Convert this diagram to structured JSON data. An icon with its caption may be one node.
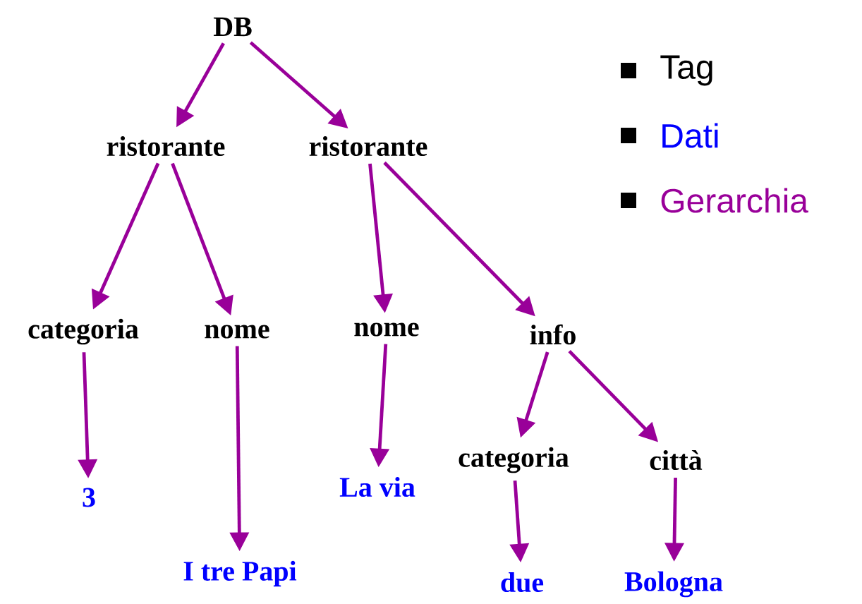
{
  "diagram": {
    "nodes": [
      {
        "text": [
          "DB"
        ]
      },
      {
        "text": [
          "ristorante"
        ]
      },
      {
        "text": [
          "ristorante"
        ]
      },
      {
        "text": [
          "categoria"
        ]
      },
      {
        "text": [
          "nome"
        ]
      },
      {
        "text": [
          "nome"
        ]
      },
      {
        "text": [
          "info"
        ]
      },
      {
        "text": [
          "3"
        ]
      },
      {
        "text": [
          "I tre Papi"
        ]
      },
      {
        "text": [
          "La via"
        ]
      },
      {
        "text": [
          "categoria"
        ]
      },
      {
        "text": [
          "città"
        ]
      },
      {
        "text": [
          "due"
        ]
      },
      {
        "text": [
          "Bologna"
        ]
      }
    ],
    "edges": [
      {
        "from": 0,
        "to": 1,
        "arrow": "to"
      },
      {
        "from": 0,
        "to": 2,
        "arrow": "to"
      },
      {
        "from": 1,
        "to": 3,
        "arrow": "to"
      },
      {
        "from": 1,
        "to": 4,
        "arrow": "to"
      },
      {
        "from": 2,
        "to": 5,
        "arrow": "to"
      },
      {
        "from": 2,
        "to": 6,
        "arrow": "to"
      },
      {
        "from": 3,
        "to": 7,
        "arrow": "to"
      },
      {
        "from": 4,
        "to": 8,
        "arrow": "to"
      },
      {
        "from": 5,
        "to": 9,
        "arrow": "to"
      },
      {
        "from": 6,
        "to": 10,
        "arrow": "to"
      },
      {
        "from": 6,
        "to": 11,
        "arrow": "to"
      },
      {
        "from": 10,
        "to": 12,
        "arrow": "to"
      },
      {
        "from": 11,
        "to": 13,
        "arrow": "to"
      }
    ],
    "legend": [
      {
        "text": "Tag",
        "color": "#000000"
      },
      {
        "text": "Dati",
        "color": "#0000ff"
      },
      {
        "text": "Gerarchia",
        "color": "#990099"
      }
    ]
  }
}
